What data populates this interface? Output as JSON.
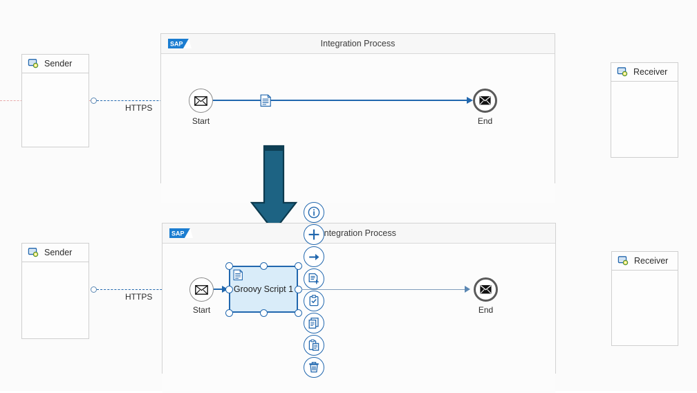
{
  "app": {
    "background_color": "#fbfbfb",
    "accent_color": "#2167ae",
    "activity_fill": "#d9ecf9",
    "arrow_color": "#1d6383"
  },
  "diagrams": [
    {
      "id": "before",
      "pool": {
        "title": "Integration Process",
        "logo": "sap-logo"
      },
      "sender": {
        "title": "Sender",
        "icon": "participant-icon"
      },
      "receiver": {
        "title": "Receiver",
        "icon": "participant-icon"
      },
      "message_flow": {
        "label": "HTTPS"
      },
      "start_event": {
        "label": "Start",
        "icon": "message-envelope-icon"
      },
      "end_event": {
        "label": "End",
        "icon": "message-envelope-icon"
      },
      "sequence_flow_icon": "script-document-icon"
    },
    {
      "id": "after",
      "pool": {
        "title": "Integration Process",
        "logo": "sap-logo"
      },
      "sender": {
        "title": "Sender",
        "icon": "participant-icon"
      },
      "receiver": {
        "title": "Receiver",
        "icon": "participant-icon"
      },
      "message_flow": {
        "label": "HTTPS"
      },
      "start_event": {
        "label": "Start",
        "icon": "message-envelope-icon"
      },
      "end_event": {
        "label": "End",
        "icon": "message-envelope-icon"
      },
      "activity": {
        "label": "Groovy Script 1",
        "icon": "script-document-icon",
        "selected": true
      }
    }
  ],
  "context_toolbar": {
    "items": [
      {
        "name": "info",
        "icon": "info-icon",
        "tooltip": "Show Details"
      },
      {
        "name": "add",
        "icon": "plus-icon",
        "tooltip": "Add"
      },
      {
        "name": "connect",
        "icon": "arrow-right-icon",
        "tooltip": "Connect"
      },
      {
        "name": "add-script",
        "icon": "document-plus-icon",
        "tooltip": "Add Script"
      },
      {
        "name": "properties",
        "icon": "clipboard-check-icon",
        "tooltip": "Properties"
      },
      {
        "name": "copy",
        "icon": "copy-icon",
        "tooltip": "Copy"
      },
      {
        "name": "paste",
        "icon": "paste-icon",
        "tooltip": "Paste"
      },
      {
        "name": "delete",
        "icon": "trash-icon",
        "tooltip": "Delete"
      }
    ]
  },
  "transition_arrow": {
    "direction": "down"
  }
}
